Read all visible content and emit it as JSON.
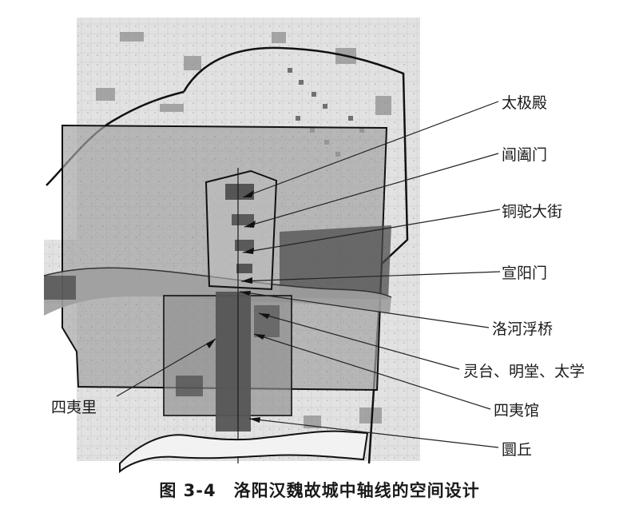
{
  "labels": {
    "taiji": "太极殿",
    "changhe": "阊阖门",
    "tongtuo": "铜驼大街",
    "xuanyang": "宣阳门",
    "fuqiao": "洛河浮桥",
    "lingtai": "灵台、明堂、太学",
    "siyili": "四夷里",
    "siyiguan": "四夷馆",
    "yuanqiu": "圜丘"
  },
  "caption": {
    "number": "图 3-4",
    "title": "洛阳汉魏故城中轴线的空间设计"
  }
}
